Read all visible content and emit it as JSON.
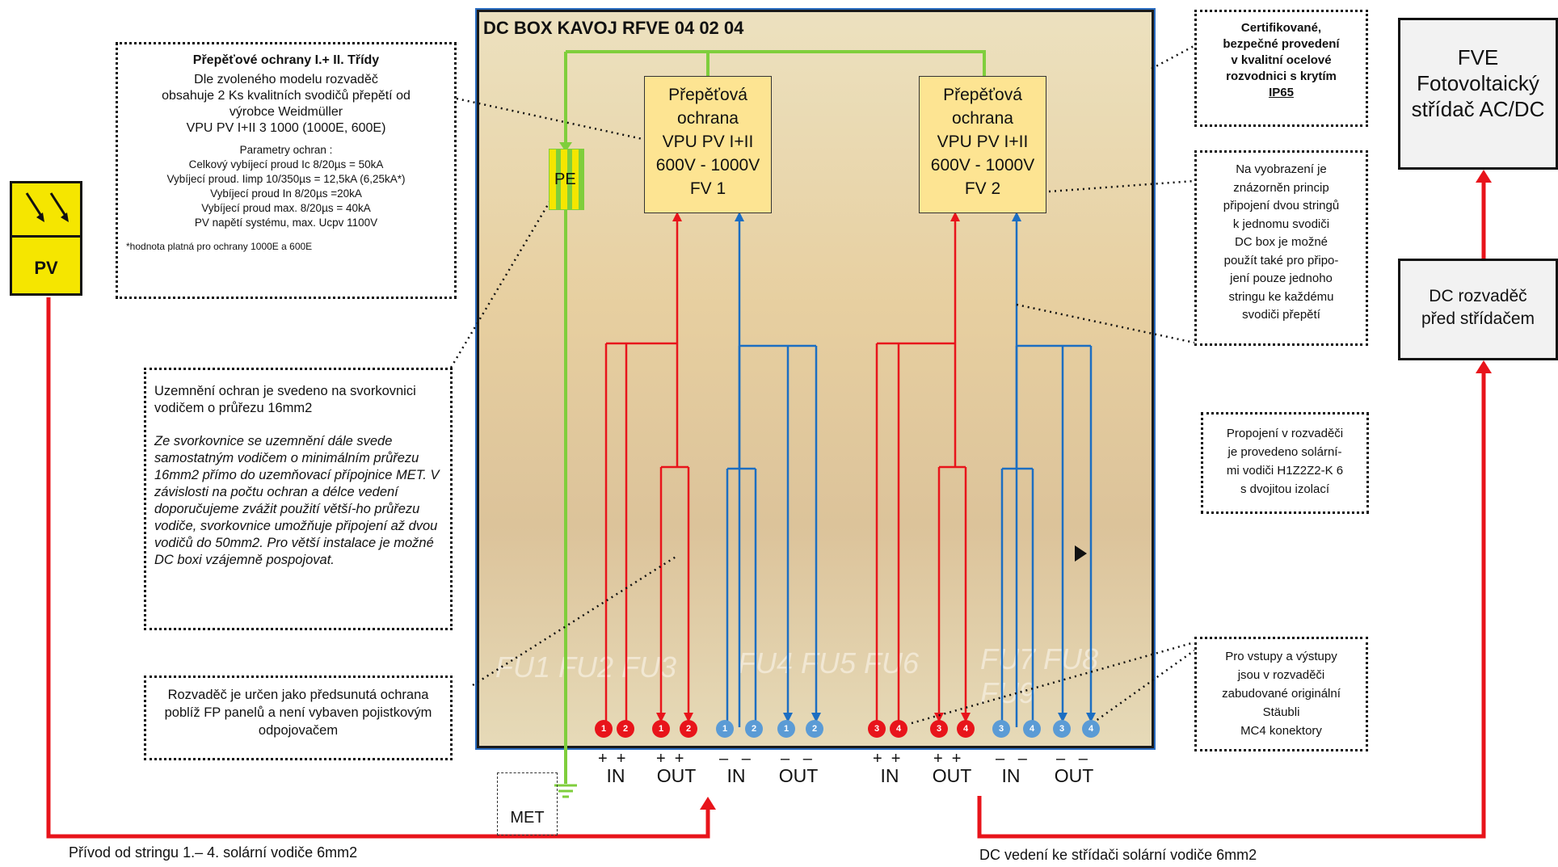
{
  "dcbox_title": "DC BOX KAVOJ RFVE 04 02 04",
  "surge": {
    "title": "Přepěťové ochrany I.+ II. Třídy",
    "desc": [
      "Dle zvoleného modelu rozvaděč",
      "obsahuje 2 Ks kvalitních svodičů přepětí od",
      "výrobce Weidmüller",
      "VPU PV I+II 3 1000 (1000E, 600E)"
    ],
    "params_title": "Parametry ochran :",
    "params": [
      "Celkový vybíjecí proud Ic  8/20µs = 50kA",
      "Vybíjecí proud. Iimp 10/350µs = 12,5kA (6,25kA*)",
      "Vybíjecí proud In 8/20µs =20kA",
      "Vybíjecí proud max. 8/20µs = 40kA",
      "PV napětí systému, max. Ucpv 1100V"
    ],
    "footnote": "*hodnota platná pro ochrany 1000E a 600E"
  },
  "protections": [
    {
      "lines": [
        "Přepěťová",
        "ochrana",
        "VPU PV I+II",
        "600V - 1000V",
        "FV 1"
      ]
    },
    {
      "lines": [
        "Přepěťová",
        "ochrana",
        "VPU PV I+II",
        "600V - 1000V",
        "FV 2"
      ]
    }
  ],
  "pe_label": "PE",
  "met_label": "MET",
  "pv_label": "PV",
  "grounding": {
    "text1": "Uzemnění ochran je svedeno na svorkovnici vodičem o průřezu 16mm2",
    "text2": "Ze svorkovnice se uzemnění dále svede samostatným vodičem o minimálním průřezu 16mm2 přímo do uzemňovací přípojnice MET. V závislosti na počtu ochran a délce vedení doporučujeme zvážit použití větší-ho průřezu vodiče, svorkovnice umožňuje připojení až dvou vodičů do 50mm2. Pro větší instalace je možné DC boxi vzájemně pospojovat."
  },
  "predsunuta": "Rozvaděč je určen jako předsunutá ochrana poblíž FP panelů a není vybaven pojistkovým odpojovačem",
  "certified": [
    "Certifikované,",
    "bezpečné provedení",
    "v kvalitní ocelové",
    "rozvodnici s krytím",
    "IP65"
  ],
  "principle": [
    "Na vyobrazení je",
    "znázorněn princip",
    "připojení dvou stringů",
    "k jednomu svodiči",
    "DC box je možné",
    "použít také pro připo-",
    "jení pouze jednoho",
    "stringu ke každému",
    "svodiči přepětí"
  ],
  "propojeni": [
    "Propojení v rozvaděči",
    "je provedeno  solární-",
    "mi vodiči H1Z2Z2-K 6",
    "s dvojitou izolací"
  ],
  "konektory": [
    "Pro vstupy a výstupy",
    "jsou v rozvaděči",
    "zabudované originální",
    "Stäubli",
    "MC4 konektory"
  ],
  "fve": [
    "FVE",
    "Fotovoltaický",
    "střídač AC/DC"
  ],
  "dc_rozvadec": [
    "DC rozvaděč",
    "před střídačem"
  ],
  "fuse_labels": [
    "FU1  FU2  FU3",
    "FU4  FU5  FU6",
    "FU7  FU8  FU9"
  ],
  "io_labels": [
    "IN",
    "OUT",
    "IN",
    "OUT",
    "IN",
    "OUT",
    "IN",
    "OUT"
  ],
  "connectors": [
    "1",
    "2",
    "1",
    "2",
    "1",
    "2",
    "1",
    "2",
    "3",
    "4",
    "3",
    "4",
    "3",
    "4",
    "3",
    "4"
  ],
  "bottom_left": "Přívod od stringu 1.– 4. solární vodiče 6mm2",
  "bottom_right": "DC vedení ke střídači solární vodiče 6mm2",
  "colors": {
    "red": "#e8141b",
    "blue": "#1c6ec2",
    "green": "#7fce3c",
    "yellow": "#f5e600",
    "box": "#fde492"
  }
}
